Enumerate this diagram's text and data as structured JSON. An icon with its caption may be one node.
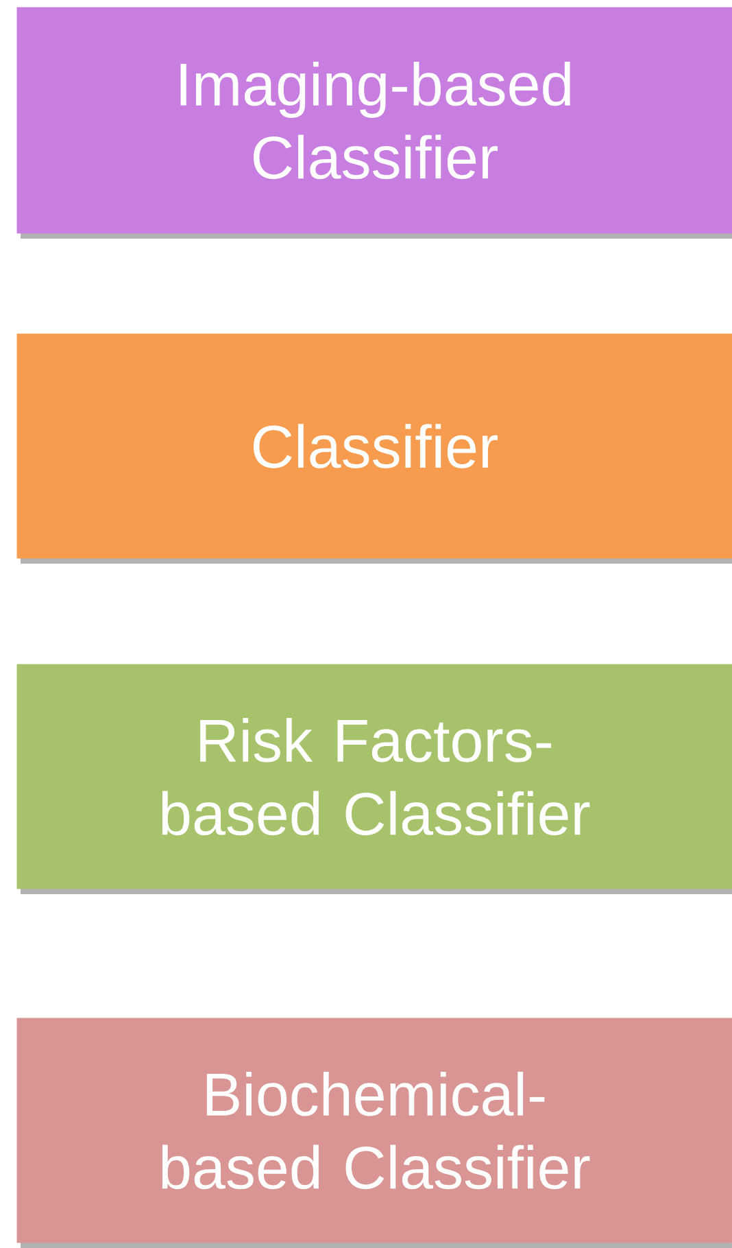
{
  "diagram": {
    "nodes": [
      {
        "text": [
          "Imaging-based Classifier"
        ]
      },
      {
        "text": [
          "Classifier"
        ]
      },
      {
        "text": [
          "Risk Factors-based Classifier"
        ]
      },
      {
        "text": [
          "Biochemical-based Classifier"
        ]
      }
    ]
  }
}
